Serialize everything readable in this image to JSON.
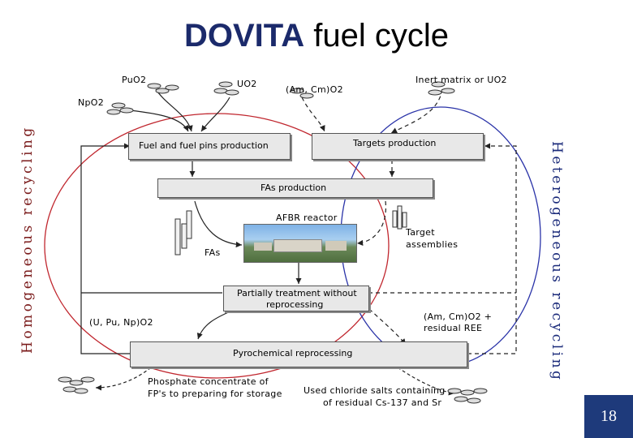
{
  "title": {
    "bold": "DOVITA",
    "rest": " fuel cycle"
  },
  "side_labels": {
    "left": "Homogeneous recycling",
    "right": "Heterogeneous recycling"
  },
  "inputs": {
    "puo2": "PuO2",
    "uo2": "UO2",
    "npo2": "NpO2",
    "amcm": "(Am, Cm)O2",
    "inert": "Inert matrix or UO2"
  },
  "boxes": {
    "fuel_pins": "Fuel and fuel pins production",
    "targets": "Targets production",
    "fas_production": "FAs production",
    "partial_line1": "Partially treatment without",
    "partial_line2": "reprocessing",
    "pyro": "Pyrochemical  reprocessing"
  },
  "labels": {
    "reactor": "AFBR reactor",
    "fas": "FAs",
    "target_asm_1": "Target",
    "target_asm_2": "assemblies",
    "upnp": "(U, Pu, Np)O2",
    "amcm_ree_1": "(Am, Cm)O2 +",
    "amcm_ree_2": "residual REE",
    "phosphate_1": "Phosphate concentrate of",
    "phosphate_2": "FP's to preparing for storage",
    "chloride_1": "Used chloride salts containing",
    "chloride_2": "of residual Cs-137 and Sr"
  },
  "page_number": "18",
  "colors": {
    "homogeneous": "#c0262e",
    "heterogeneous": "#2a33a8",
    "title": "#1b2a6b",
    "page_badge": "#1e3a7b"
  }
}
